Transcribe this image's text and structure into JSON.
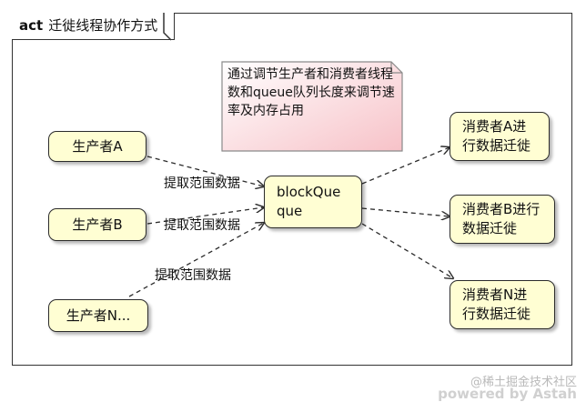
{
  "diagram": {
    "keyword": "act",
    "title": "迁徙线程协作方式",
    "note": "通过调节生产者和消费者线程数和queue队列长度来调节速率及内存占用",
    "producers": [
      "生产者A",
      "生产者B",
      "生产者N..."
    ],
    "queue": "blockQueue",
    "queue_line1": "blockQue",
    "queue_line2": "que",
    "consumers": [
      "消费者A进行数据迁徙",
      "消费者B进行数据迁徙",
      "消费者N进行数据迁徙"
    ],
    "consumer_lines": [
      [
        "消费者A进",
        "行数据迁徙"
      ],
      [
        "消费者B进行",
        "数据迁徙"
      ],
      [
        "消费者N进",
        "行数据迁徙"
      ]
    ],
    "edge_label": "提取范围数据"
  },
  "watermark": {
    "line1": "@稀土掘金技术社区",
    "line2": "powered by Astah"
  },
  "colors": {
    "node_fill": "#fffed3",
    "note_fill_top": "#ffffff",
    "note_fill_bottom": "#f7c2c8",
    "stroke": "#2b2b2b"
  }
}
